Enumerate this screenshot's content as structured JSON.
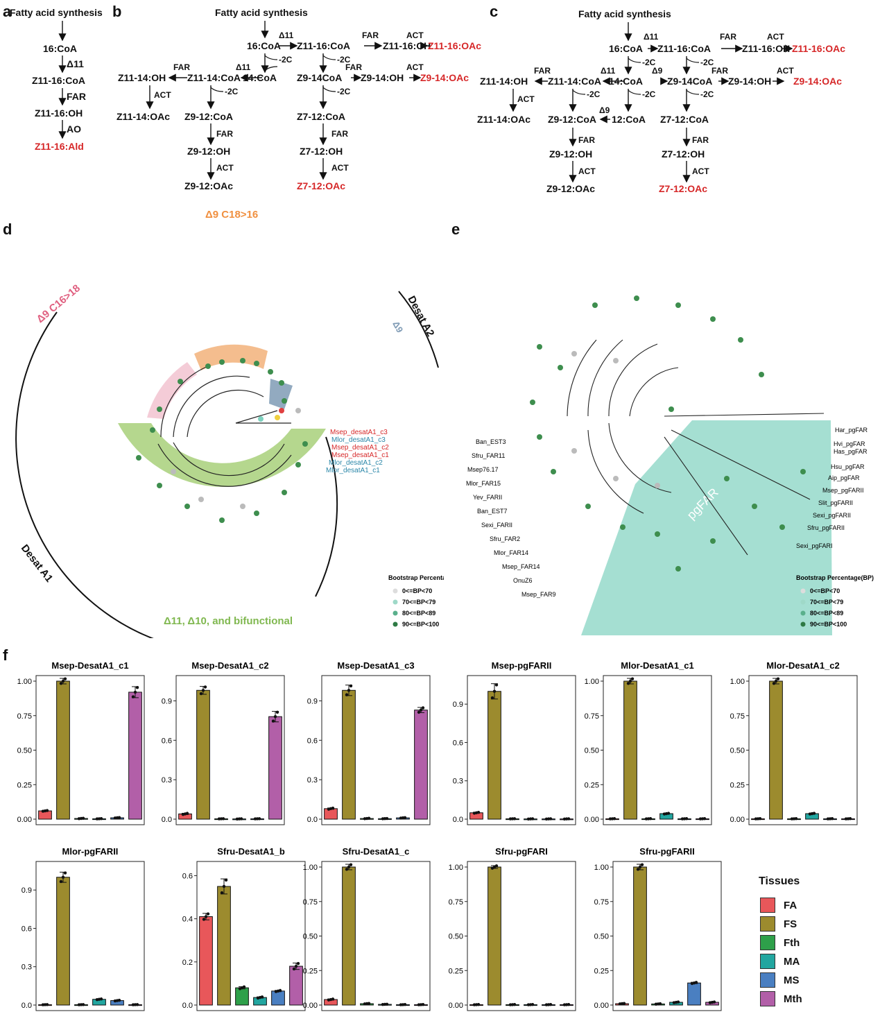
{
  "panel_labels": {
    "a": "a",
    "b": "b",
    "c": "c",
    "d": "d",
    "e": "e",
    "f": "f"
  },
  "pathway_a": {
    "top": "Fatty acid synthesis",
    "n1": "16:CoA",
    "e1": "Δ11",
    "n2": "Z11-16:CoA",
    "e2": "FAR",
    "n3": "Z11-16:OH",
    "e3": "AO",
    "n4": "Z11-16:Ald"
  },
  "pathway_b": {
    "top": "Fatty acid synthesis",
    "r1": [
      "16:CoA",
      "Δ11",
      "Z11-16:CoA",
      "FAR",
      "Z11-16:OH",
      "ACT",
      "Z11-16:OAc"
    ],
    "r2": [
      "Z11-14:OH",
      "FAR",
      "Z11-14:CoA",
      "Δ11",
      "14:CoA",
      "Z9-14CoA",
      "FAR",
      "Z9-14:OH",
      "ACT",
      "Z9-14:OAc"
    ],
    "m2c": "-2C",
    "r3": [
      "Z11-14:OAc",
      "ACT",
      "Z9-12:CoA",
      "FAR",
      "Z9-12:OH",
      "ACT",
      "Z9-12:OAc"
    ],
    "r4": [
      "Z7-12:CoA",
      "FAR",
      "Z7-12:OH",
      "ACT",
      "Z7-12:OAc"
    ]
  },
  "pathway_c": {
    "top": "Fatty acid synthesis",
    "r1": [
      "16:CoA",
      "Δ11",
      "Z11-16:CoA",
      "FAR",
      "Z11-16:OH",
      "ACT",
      "Z11-16:OAc"
    ],
    "r2": [
      "Z11-14:OH",
      "FAR",
      "Z11-14:CoA",
      "Δ11",
      "14:CoA",
      "Δ9",
      "Z9-14CoA",
      "FAR",
      "Z9-14:OH",
      "ACT",
      "Z9-14:OAc"
    ],
    "m2c": "-2C",
    "r3": [
      "Z11-14:OAc",
      "ACT",
      "Z9-12:CoA",
      "Δ9",
      "12:CoA",
      "Z7-12:CoA"
    ],
    "r4": [
      "FAR",
      "Z9-12:OH",
      "ACT",
      "Z9-12:OAc",
      "FAR",
      "Z7-12:OH",
      "ACT",
      "Z7-12:OAc"
    ]
  },
  "tree_d": {
    "clade_d9": "Δ9 C18>16",
    "clade_d9c16": "Δ9 C16>18",
    "clade_d11": "Δ11, Δ10, and bifunctional",
    "desat_a2": "Desat A2",
    "desat_a1": "Desat A1",
    "delta9": "Δ9",
    "highlight_leaves": [
      "Msep_desatA1_c3",
      "Mlor_desatA1_c3",
      "Msep_desatA1_c2",
      "Msep_desatA1_c1",
      "Mlor_desatA1_c2",
      "Mlor_desatA1_c1"
    ],
    "legend_title": "Bootstrap Percentage(BP)",
    "legend": [
      "0<=BP<70",
      "70<=BP<79",
      "80<=BP<89",
      "90<=BP<100"
    ]
  },
  "tree_e": {
    "clade": "pgFAR",
    "right_leaves": [
      "Har_pgFAR",
      "Hvi_pgFAR",
      "Has_pgFAR",
      "Hsu_pgFAR",
      "Aip_pgFAR",
      "Msep_pgFARII",
      "Slit_pgFARII",
      "Sexi_pgFARII",
      "Sfru_pgFARII",
      "Sexi_pgFARI"
    ],
    "left_leaves": [
      "Ban_EST3",
      "Sfru_FAR11",
      "Msep76.17",
      "Mlor_FAR15",
      "Yev_FARII",
      "Ban_EST7",
      "Sexi_FARII",
      "Sfru_FAR2",
      "Mlor_FAR14",
      "Msep_FAR14",
      "OnuZ6",
      "Msep_FAR9"
    ],
    "legend_title": "Bootstrap Percentage(BP)",
    "legend": [
      "0<=BP<70",
      "70<=BP<79",
      "80<=BP<89",
      "90<=BP<100"
    ]
  },
  "colors": {
    "FA": "#e8575a",
    "FS": "#9c8b2e",
    "Fth": "#2ea04a",
    "MA": "#22a6a0",
    "MS": "#4a7fc1",
    "Mth": "#b25fa8",
    "tree_green": "#3e8e4e",
    "clade_orange": "#f2b27a",
    "clade_green": "#a8d07a",
    "clade_pink": "#f3c6d3",
    "clade_teal": "#7fd1bf"
  },
  "legend_f": {
    "title": "Tissues",
    "items": [
      "FA",
      "FS",
      "Fth",
      "MA",
      "MS",
      "Mth"
    ]
  },
  "chart_data": [
    {
      "type": "bar",
      "title": "Msep-DesatA1_c1",
      "categories": [
        "FA",
        "FS",
        "Fth",
        "MA",
        "MS",
        "Mth"
      ],
      "values": [
        0.06,
        1.0,
        0.005,
        0.003,
        0.01,
        0.92
      ],
      "errors": [
        0.003,
        0.02,
        0.002,
        0.001,
        0.002,
        0.04
      ],
      "ylim": [
        0,
        1.0
      ],
      "yticks": [
        0.0,
        0.25,
        0.5,
        0.75,
        1.0
      ],
      "ytick_labels": [
        "0.00",
        "0.25",
        "0.50",
        "0.75",
        "1.00"
      ]
    },
    {
      "type": "bar",
      "title": "Msep-DesatA1_c2",
      "categories": [
        "FA",
        "FS",
        "Fth",
        "MA",
        "MS",
        "Mth"
      ],
      "values": [
        0.04,
        0.98,
        0.003,
        0.002,
        0.003,
        0.78
      ],
      "errors": [
        0.005,
        0.03,
        0.001,
        0.001,
        0.001,
        0.04
      ],
      "ylim": [
        0,
        1.05
      ],
      "yticks": [
        0.0,
        0.3,
        0.6,
        0.9
      ],
      "ytick_labels": [
        "0.0",
        "0.3",
        "0.6",
        "0.9"
      ]
    },
    {
      "type": "bar",
      "title": "Msep-DesatA1_c3",
      "categories": [
        "FA",
        "FS",
        "Fth",
        "MA",
        "MS",
        "Mth"
      ],
      "values": [
        0.08,
        0.98,
        0.005,
        0.004,
        0.01,
        0.83
      ],
      "errors": [
        0.005,
        0.04,
        0.002,
        0.001,
        0.002,
        0.02
      ],
      "ylim": [
        0,
        1.05
      ],
      "yticks": [
        0.0,
        0.3,
        0.6,
        0.9
      ],
      "ytick_labels": [
        "0.0",
        "0.3",
        "0.6",
        "0.9"
      ]
    },
    {
      "type": "bar",
      "title": "Msep-pgFARII",
      "categories": [
        "FA",
        "FS",
        "Fth",
        "MA",
        "MS",
        "Mth"
      ],
      "values": [
        0.05,
        1.0,
        0.003,
        0.002,
        0.002,
        0.002
      ],
      "errors": [
        0.004,
        0.06,
        0.001,
        0.001,
        0.001,
        0.001
      ],
      "ylim": [
        0,
        1.08
      ],
      "yticks": [
        0.0,
        0.3,
        0.6,
        0.9
      ],
      "ytick_labels": [
        "0.0",
        "0.3",
        "0.6",
        "0.9"
      ]
    },
    {
      "type": "bar",
      "title": "Mlor-DesatA1_c1",
      "categories": [
        "FA",
        "FS",
        "Fth",
        "MA",
        "MS",
        "Mth"
      ],
      "values": [
        0.003,
        1.0,
        0.003,
        0.04,
        0.003,
        0.003
      ],
      "errors": [
        0.001,
        0.02,
        0.001,
        0.003,
        0.001,
        0.001
      ],
      "ylim": [
        0,
        1.0
      ],
      "yticks": [
        0.0,
        0.25,
        0.5,
        0.75,
        1.0
      ],
      "ytick_labels": [
        "0.00",
        "0.25",
        "0.50",
        "0.75",
        "1.00"
      ]
    },
    {
      "type": "bar",
      "title": "Mlor-DesatA1_c2",
      "categories": [
        "FA",
        "FS",
        "Fth",
        "MA",
        "MS",
        "Mth"
      ],
      "values": [
        0.003,
        1.0,
        0.003,
        0.04,
        0.003,
        0.003
      ],
      "errors": [
        0.001,
        0.02,
        0.001,
        0.003,
        0.001,
        0.001
      ],
      "ylim": [
        0,
        1.0
      ],
      "yticks": [
        0.0,
        0.25,
        0.5,
        0.75,
        1.0
      ],
      "ytick_labels": [
        "0.00",
        "0.25",
        "0.50",
        "0.75",
        "1.00"
      ]
    },
    {
      "type": "bar",
      "title": "Mlor-pgFARII",
      "categories": [
        "FA",
        "FS",
        "Fth",
        "MA",
        "MS",
        "Mth"
      ],
      "values": [
        0.003,
        1.0,
        0.003,
        0.045,
        0.035,
        0.003
      ],
      "errors": [
        0.001,
        0.04,
        0.001,
        0.003,
        0.003,
        0.001
      ],
      "ylim": [
        0,
        1.08
      ],
      "yticks": [
        0.0,
        0.3,
        0.6,
        0.9
      ],
      "ytick_labels": [
        "0.0",
        "0.3",
        "0.6",
        "0.9"
      ]
    },
    {
      "type": "bar",
      "title": "Sfru-DesatA1_b",
      "categories": [
        "FA",
        "FS",
        "Fth",
        "MA",
        "MS",
        "Mth"
      ],
      "values": [
        0.41,
        0.55,
        0.08,
        0.035,
        0.065,
        0.18
      ],
      "errors": [
        0.015,
        0.035,
        0.005,
        0.003,
        0.003,
        0.015
      ],
      "ylim": [
        0,
        0.64
      ],
      "yticks": [
        0.0,
        0.2,
        0.4,
        0.6
      ],
      "ytick_labels": [
        "0.0",
        "0.2",
        "0.4",
        "0.6"
      ]
    },
    {
      "type": "bar",
      "title": "Sfru-DesatA1_c",
      "categories": [
        "FA",
        "FS",
        "Fth",
        "MA",
        "MS",
        "Mth"
      ],
      "values": [
        0.04,
        1.0,
        0.01,
        0.005,
        0.003,
        0.003
      ],
      "errors": [
        0.004,
        0.02,
        0.002,
        0.001,
        0.001,
        0.001
      ],
      "ylim": [
        0,
        1.0
      ],
      "yticks": [
        0.0,
        0.25,
        0.5,
        0.75,
        1.0
      ],
      "ytick_labels": [
        "0.00",
        "0.25",
        "0.50",
        "0.75",
        "1.00"
      ]
    },
    {
      "type": "bar",
      "title": "Sfru-pgFARI",
      "categories": [
        "FA",
        "FS",
        "Fth",
        "MA",
        "MS",
        "Mth"
      ],
      "values": [
        0.003,
        1.0,
        0.003,
        0.003,
        0.003,
        0.003
      ],
      "errors": [
        0.001,
        0.01,
        0.001,
        0.001,
        0.001,
        0.001
      ],
      "ylim": [
        0,
        1.0
      ],
      "yticks": [
        0.0,
        0.25,
        0.5,
        0.75,
        1.0
      ],
      "ytick_labels": [
        "0.00",
        "0.25",
        "0.50",
        "0.75",
        "1.00"
      ]
    },
    {
      "type": "bar",
      "title": "Sfru-pgFARII",
      "categories": [
        "FA",
        "FS",
        "Fth",
        "MA",
        "MS",
        "Mth"
      ],
      "values": [
        0.01,
        1.0,
        0.008,
        0.02,
        0.16,
        0.02
      ],
      "errors": [
        0.002,
        0.02,
        0.002,
        0.003,
        0.005,
        0.003
      ],
      "ylim": [
        0,
        1.0
      ],
      "yticks": [
        0.0,
        0.25,
        0.5,
        0.75,
        1.0
      ],
      "ytick_labels": [
        "0.00",
        "0.25",
        "0.50",
        "0.75",
        "1.00"
      ]
    }
  ]
}
